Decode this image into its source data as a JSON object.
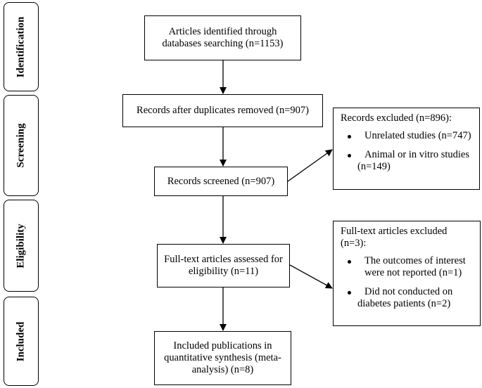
{
  "phases": {
    "identification": "Identification",
    "screening": "Screening",
    "eligibility": "Eligibility",
    "included": "Included"
  },
  "boxes": {
    "identified": {
      "line1": "Articles identified through",
      "line2": "databases searching (n=1153)"
    },
    "duplicates_removed": "Records after duplicates removed (n=907)",
    "screened": "Records screened (n=907)",
    "records_excluded": {
      "heading": "Records excluded (n=896):",
      "items": [
        {
          "line1": "Unrelated studies (n=747)",
          "line2": ""
        },
        {
          "line1": "Animal or in vitro studies",
          "line2": "(n=149)"
        }
      ]
    },
    "full_text_assessed": {
      "line1": "Full-text articles assessed for",
      "line2": "eligibility (n=11)"
    },
    "full_text_excluded": {
      "heading": "Full-text articles excluded (n=3):",
      "items": [
        {
          "line1": "The outcomes of interest",
          "line2": "were not reported (n=1)"
        },
        {
          "line1": "Did not conducted on",
          "line2": "diabetes patients (n=2)"
        }
      ]
    },
    "included": {
      "line1": "Included publications in",
      "line2": "quantitative synthesis (meta-",
      "line3": "analysis) (n=8)"
    }
  }
}
